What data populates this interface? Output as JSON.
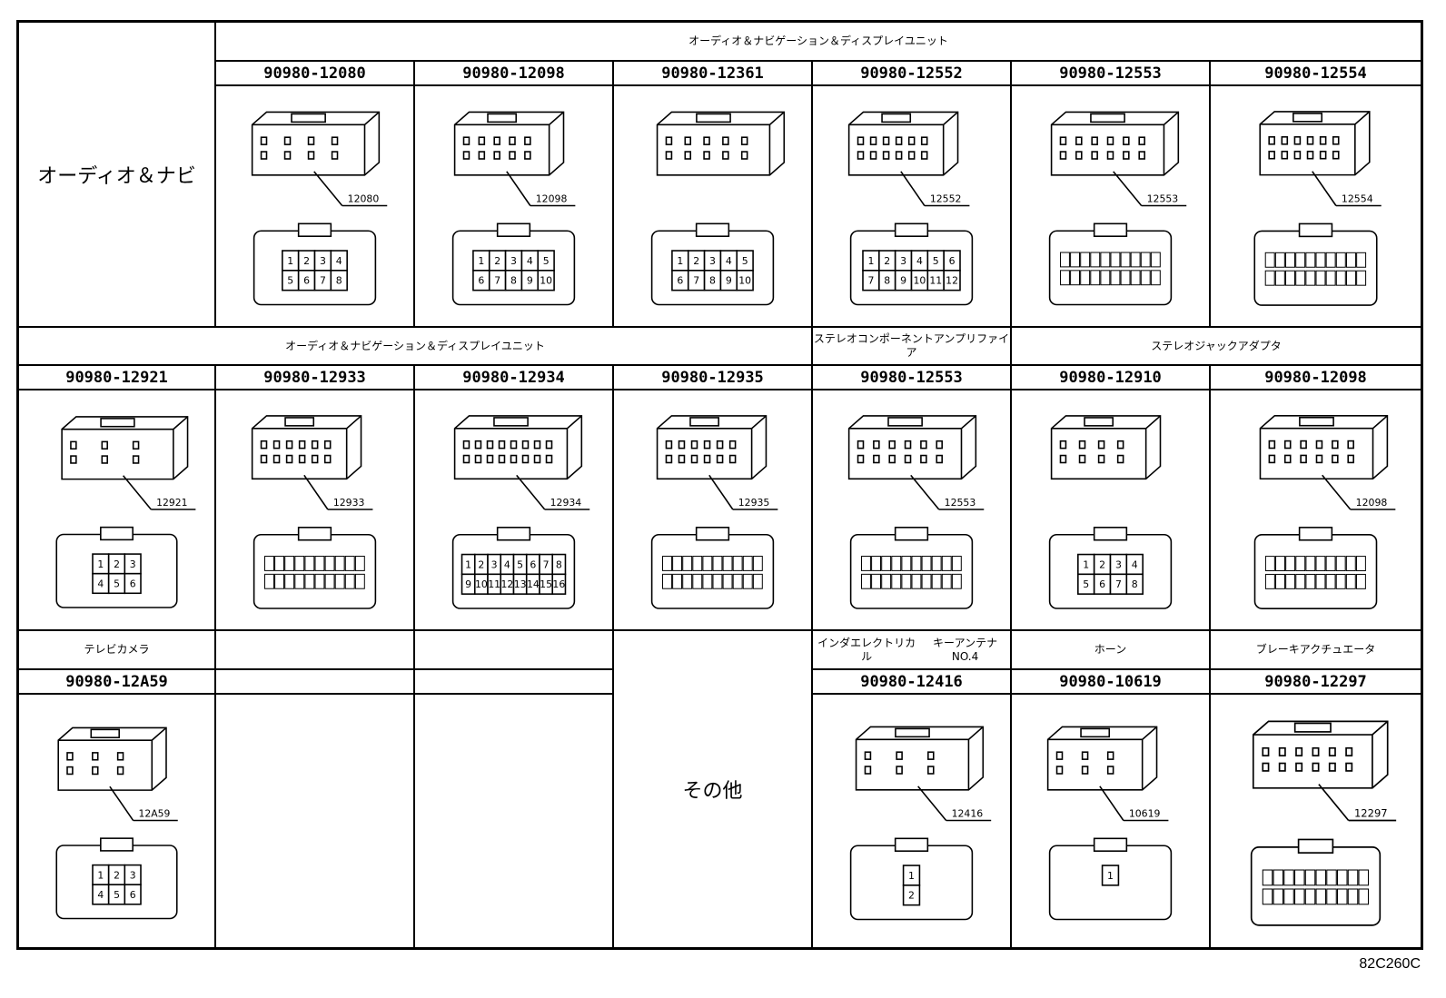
{
  "rows": [
    {
      "group_headers": [
        {
          "label": "オーディオ＆ナビゲーション＆\nディスプレイユニット"
        }
      ],
      "parts": [
        {
          "number": "90980-12080",
          "callout": "12080",
          "pins": [
            "1",
            "2",
            "3",
            "4",
            "5",
            "6",
            "7",
            "8"
          ]
        },
        {
          "number": "90980-12098",
          "callout": "12098",
          "pins": [
            "1",
            "2",
            "3",
            "4",
            "5",
            "6",
            "7",
            "8",
            "9",
            "10"
          ]
        },
        {
          "number": "90980-12361",
          "callout": "",
          "pins": [
            "1",
            "2",
            "3",
            "4",
            "5",
            "6",
            "7",
            "8",
            "9",
            "10"
          ]
        },
        {
          "number": "90980-12552",
          "callout": "12552",
          "pins": [
            "1",
            "2",
            "3",
            "4",
            "5",
            "6",
            "7",
            "8",
            "9",
            "10",
            "11",
            "12"
          ]
        },
        {
          "number": "90980-12553",
          "callout": "12553",
          "pins": []
        },
        {
          "number": "90980-12554",
          "callout": "12554",
          "pins": []
        }
      ]
    },
    {
      "group_headers": [
        {
          "label": "オーディオ＆ナビゲーション＆\nディスプレイユニット"
        },
        {
          "label": "ステレオコンポーネントアンプリファイア"
        },
        {
          "label": "ステレオジャックアダプタ"
        }
      ],
      "parts": [
        {
          "number": "90980-12921",
          "callout": "12921",
          "pins": [
            "1",
            "2",
            "3",
            "4",
            "5",
            "6"
          ]
        },
        {
          "number": "90980-12933",
          "callout": "12933",
          "pins": []
        },
        {
          "number": "90980-12934",
          "callout": "12934",
          "pins": [
            "1",
            "2",
            "3",
            "4",
            "5",
            "6",
            "7",
            "8",
            "9",
            "10",
            "11",
            "12",
            "13",
            "14",
            "15",
            "16"
          ]
        },
        {
          "number": "90980-12935",
          "callout": "12935",
          "pins": []
        },
        {
          "number": "90980-12553",
          "callout": "12553",
          "pins": []
        },
        {
          "number": "90980-12910",
          "callout": "",
          "pins": [
            "1",
            "2",
            "3",
            "4",
            "5",
            "6",
            "7",
            "8"
          ]
        },
        {
          "number": "90980-12098",
          "callout": "12098",
          "pins": []
        }
      ]
    },
    {
      "group_headers": [
        {
          "label": "テレビカメラ"
        },
        {
          "label": "インダエレクトリカル\nキーアンテナNO.4"
        },
        {
          "label": "ホーン"
        },
        {
          "label": "ブレーキアクチュエータ"
        }
      ],
      "parts": [
        {
          "number": "90980-12A59",
          "callout": "12A59",
          "pins": [
            "1",
            "2",
            "3",
            "4",
            "5",
            "6"
          ]
        },
        {
          "number": "90980-12416",
          "callout": "12416",
          "pins": [
            "1",
            "2"
          ]
        },
        {
          "number": "90980-10619",
          "callout": "10619",
          "pins": [
            "1"
          ]
        },
        {
          "number": "90980-12297",
          "callout": "12297",
          "pins": []
        }
      ]
    }
  ],
  "row_label": "オーディオ＆ナビ",
  "other_label": "その他",
  "diagram_code": "82C260C"
}
